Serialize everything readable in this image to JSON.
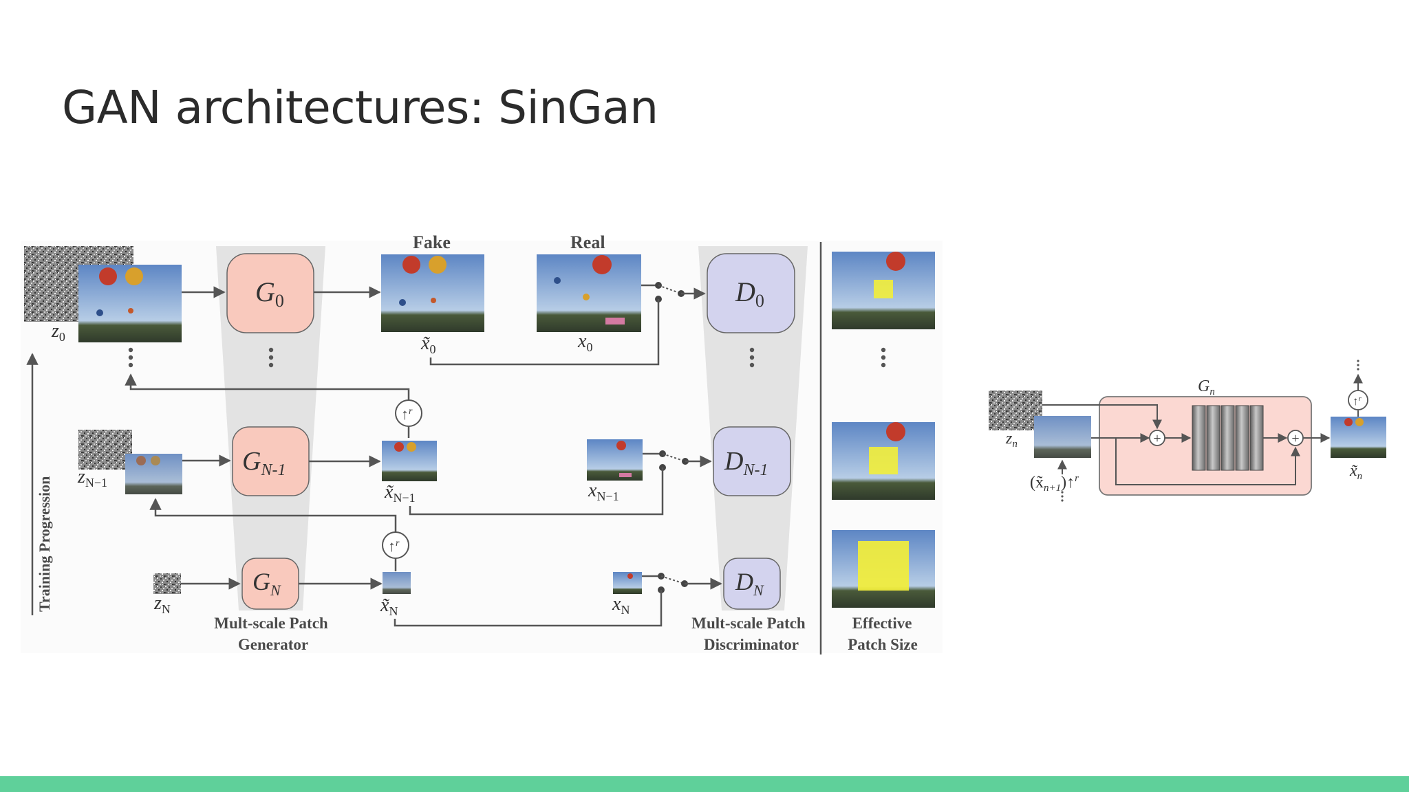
{
  "slide": {
    "title": "GAN architectures: SinGan",
    "accent_color": "#5fd09a"
  },
  "diagram": {
    "training_label": "Training Progression",
    "fake_label": "Fake",
    "real_label": "Real",
    "generator": {
      "color": "#f9c9bd",
      "g0": "G",
      "g0_sub": "0",
      "gN1": "G",
      "gN1_sub": "N-1",
      "gN": "G",
      "gN_sub": "N",
      "caption_line1": "Mult-scale Patch",
      "caption_line2": "Generator"
    },
    "discriminator": {
      "color": "#d3d3ee",
      "d0": "D",
      "d0_sub": "0",
      "dN1": "D",
      "dN1_sub": "N-1",
      "dN": "D",
      "dN_sub": "N",
      "caption_line1": "Mult-scale Patch",
      "caption_line2": "Discriminator"
    },
    "patch": {
      "caption_line1": "Effective",
      "caption_line2": "Patch Size",
      "highlight_color": "#f2ee3a"
    },
    "vars": {
      "z0": "z",
      "z0_sub": "0",
      "zN1": "z",
      "zN1_sub": "N−1",
      "zN": "z",
      "zN_sub": "N",
      "xt0": "x̃",
      "xt0_sub": "0",
      "x0": "x",
      "x0_sub": "0",
      "xtN1": "x̃",
      "xtN1_sub": "N−1",
      "xN1": "x",
      "xN1_sub": "N−1",
      "xtN": "x̃",
      "xtN_sub": "N",
      "xN": "x",
      "xN_sub": "N"
    },
    "upsample": "↑",
    "upsample_sup": "r",
    "detail": {
      "gn": "G",
      "gn_sub": "n",
      "zn": "z",
      "zn_sub": "n",
      "xtn": "x̃",
      "xtn_sub": "n",
      "input_open": "(x̃",
      "input_sub": "n+1",
      "input_close": ")↑",
      "input_sup": "r",
      "plus": "+",
      "block_color": "#fbd8d2"
    }
  }
}
